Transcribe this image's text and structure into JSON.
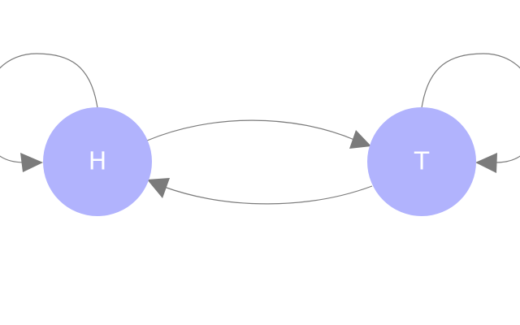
{
  "diagram": {
    "colors": {
      "node_fill": "#b1b3fd",
      "edge_stroke": "#7b7b7b",
      "label": "#ffffff",
      "background": "#ffffff"
    },
    "nodes": [
      {
        "id": "H",
        "label": "H"
      },
      {
        "id": "T",
        "label": "T"
      }
    ],
    "edges": [
      {
        "from": "H",
        "to": "H",
        "kind": "self-loop"
      },
      {
        "from": "H",
        "to": "T",
        "kind": "transition"
      },
      {
        "from": "T",
        "to": "H",
        "kind": "transition"
      },
      {
        "from": "T",
        "to": "T",
        "kind": "self-loop"
      }
    ]
  }
}
